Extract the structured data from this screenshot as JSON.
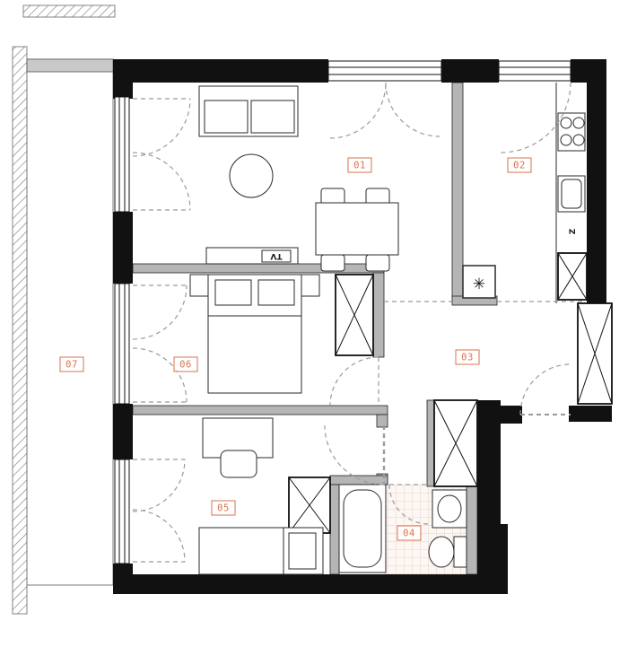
{
  "plan": {
    "rooms": {
      "living": {
        "label": "01"
      },
      "kitchen": {
        "label": "02"
      },
      "hall": {
        "label": "03"
      },
      "bathroom": {
        "label": "04"
      },
      "bedroom2": {
        "label": "05"
      },
      "bedroom1": {
        "label": "06"
      },
      "balcony": {
        "label": "07"
      }
    },
    "annotations": {
      "tv_label": "TV",
      "kitchen_sink_label": "Z",
      "heater_symbol": "✳"
    },
    "colors": {
      "accent": "#d9734e",
      "wall": "#111111",
      "interior_wall": "#b5b5b5",
      "door_dash": "#9a9a9a",
      "tile_line": "#e3c8bd",
      "slab": "#c9c9c9"
    }
  }
}
